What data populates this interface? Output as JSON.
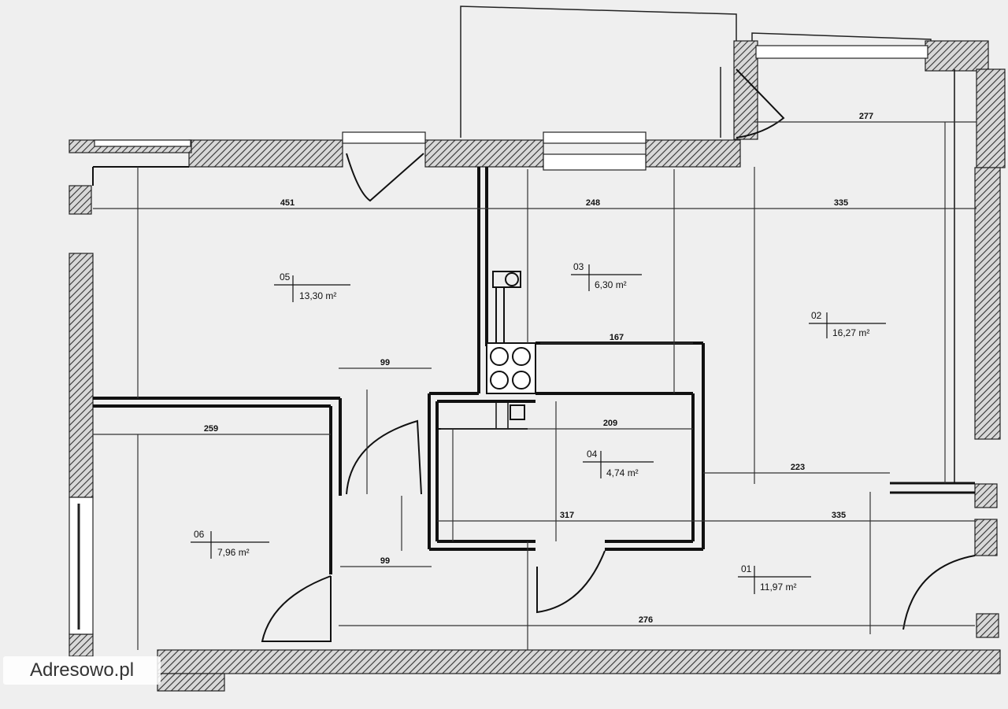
{
  "watermark": "Adresowo.pl",
  "rooms": {
    "r05": {
      "number": "05",
      "area": "13,30 m²"
    },
    "r03": {
      "number": "03",
      "area": "6,30 m²"
    },
    "r02": {
      "number": "02",
      "area": "16,27 m²"
    },
    "r04": {
      "number": "04",
      "area": "4,74 m²"
    },
    "r06": {
      "number": "06",
      "area": "7,96 m²"
    },
    "r01": {
      "number": "01",
      "area": "11,97 m²"
    }
  },
  "dimensions": {
    "d451": "451",
    "d248": "248",
    "d335a": "335",
    "d277": "277",
    "d99a": "99",
    "d167": "167",
    "d259": "259",
    "d209": "209",
    "d223": "223",
    "d317": "317",
    "d335b": "335",
    "d99b": "99",
    "d276": "276"
  }
}
